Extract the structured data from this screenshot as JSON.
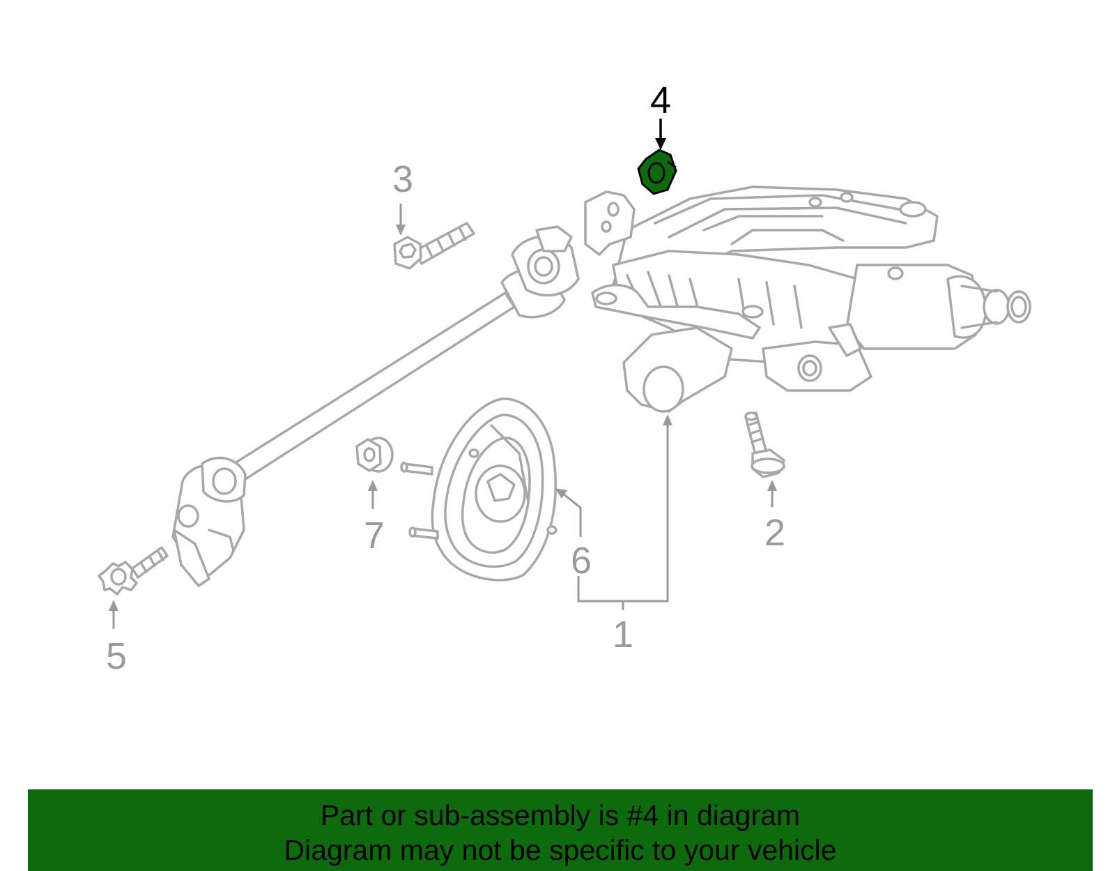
{
  "diagram": {
    "callouts": [
      {
        "id": "1",
        "label": "1"
      },
      {
        "id": "2",
        "label": "2"
      },
      {
        "id": "3",
        "label": "3"
      },
      {
        "id": "4",
        "label": "4",
        "highlighted": true
      },
      {
        "id": "5",
        "label": "5"
      },
      {
        "id": "6",
        "label": "6"
      },
      {
        "id": "7",
        "label": "7"
      }
    ],
    "highlight_color": "#0d6b0d",
    "part_line_color": "#a8a8a8"
  },
  "banner": {
    "line1": "Part or sub-assembly is #4 in diagram",
    "line2": "Diagram may not be specific to your vehicle",
    "background": "#0d6b0d"
  }
}
